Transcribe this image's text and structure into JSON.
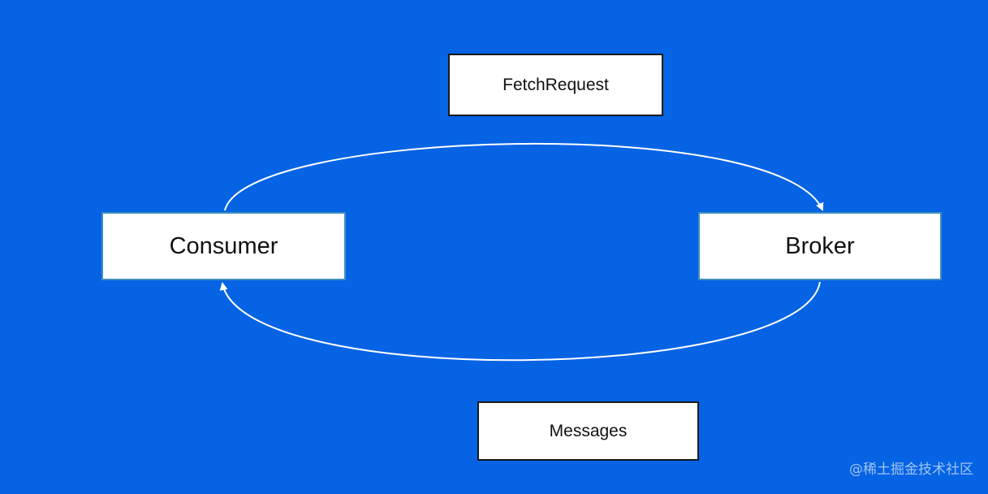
{
  "diagram": {
    "nodes": {
      "consumer": "Consumer",
      "broker": "Broker"
    },
    "edge_labels": {
      "request": "FetchRequest",
      "response": "Messages"
    },
    "edges": [
      {
        "from": "Consumer",
        "to": "Broker",
        "label": "FetchRequest"
      },
      {
        "from": "Broker",
        "to": "Consumer",
        "label": "Messages"
      }
    ]
  },
  "watermark": "@稀土掘金技术社区",
  "colors": {
    "background": "#0563e4",
    "box_fill": "#ffffff",
    "node_border": "#3f8fbf",
    "label_border": "#1a1a1a",
    "arrow": "#ffffff"
  }
}
